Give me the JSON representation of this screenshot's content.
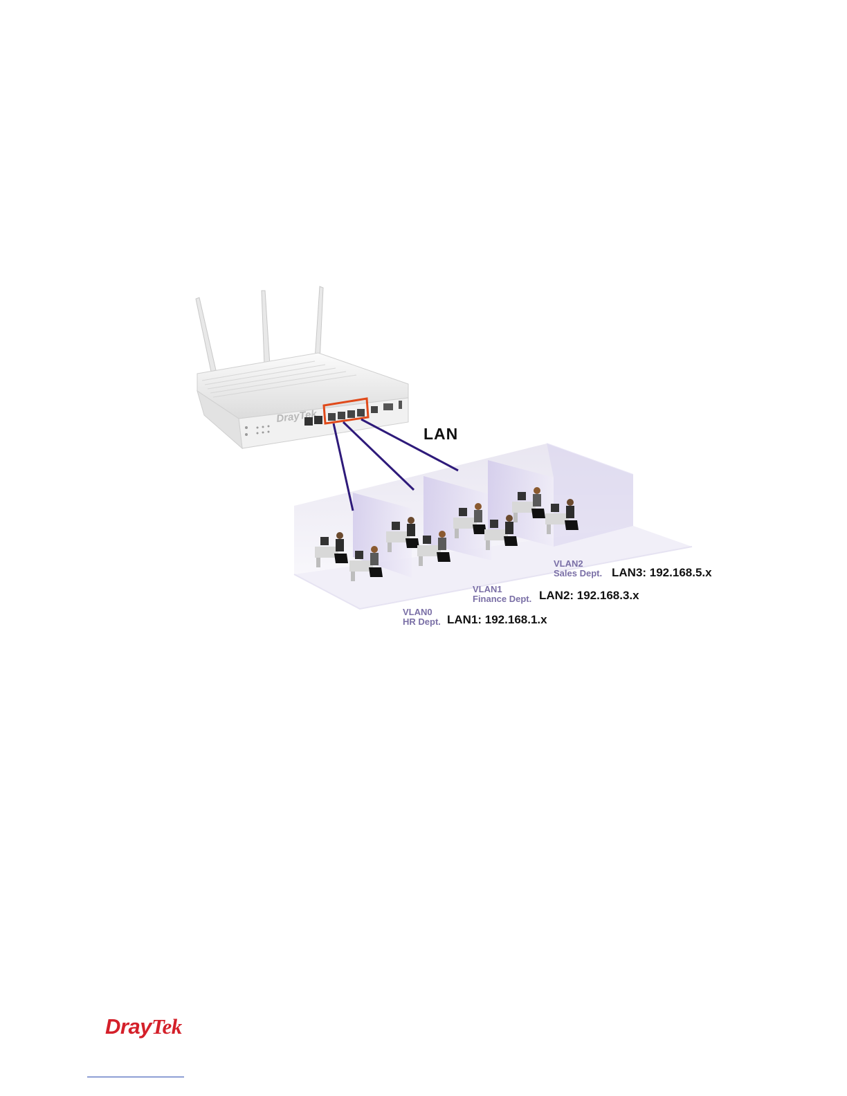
{
  "diagram": {
    "lan_label": "LAN",
    "vlans": [
      {
        "vlan": "VLAN0",
        "dept": "HR Dept.",
        "lan": "LAN1: 192.168.1.x"
      },
      {
        "vlan": "VLAN1",
        "dept": "Finance Dept.",
        "lan": "LAN2: 192.168.3.x"
      },
      {
        "vlan": "VLAN2",
        "dept": "Sales Dept.",
        "lan": "LAN3: 192.168.5.x"
      }
    ]
  },
  "footer": {
    "logo_part1": "Dray",
    "logo_part2": "Tek",
    "logo_color": "#d4202a"
  },
  "colors": {
    "cable": "#2e1a7a",
    "highlight": "#e04a1a",
    "vlan_text": "#7a6fa6",
    "room_tint": "#d9d3ee"
  }
}
